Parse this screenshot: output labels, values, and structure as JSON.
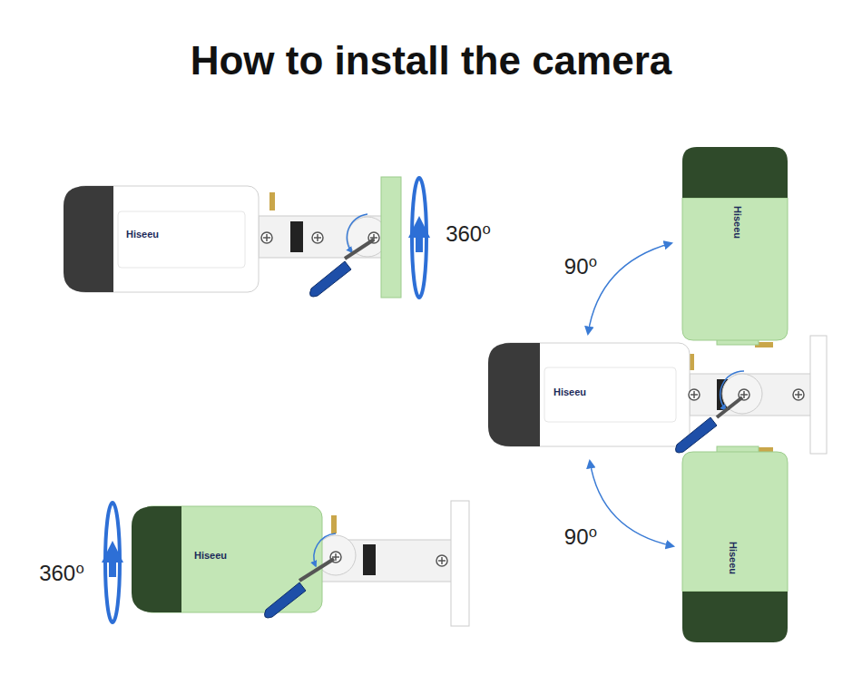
{
  "diagram": {
    "title": "How to install the camera",
    "labels": [
      "Hiseeu",
      "360⁰",
      "Hiseeu",
      "90⁰",
      "Hiseeu",
      "90⁰",
      "Hiseeu",
      "360⁰",
      "Hiseeu"
    ]
  }
}
